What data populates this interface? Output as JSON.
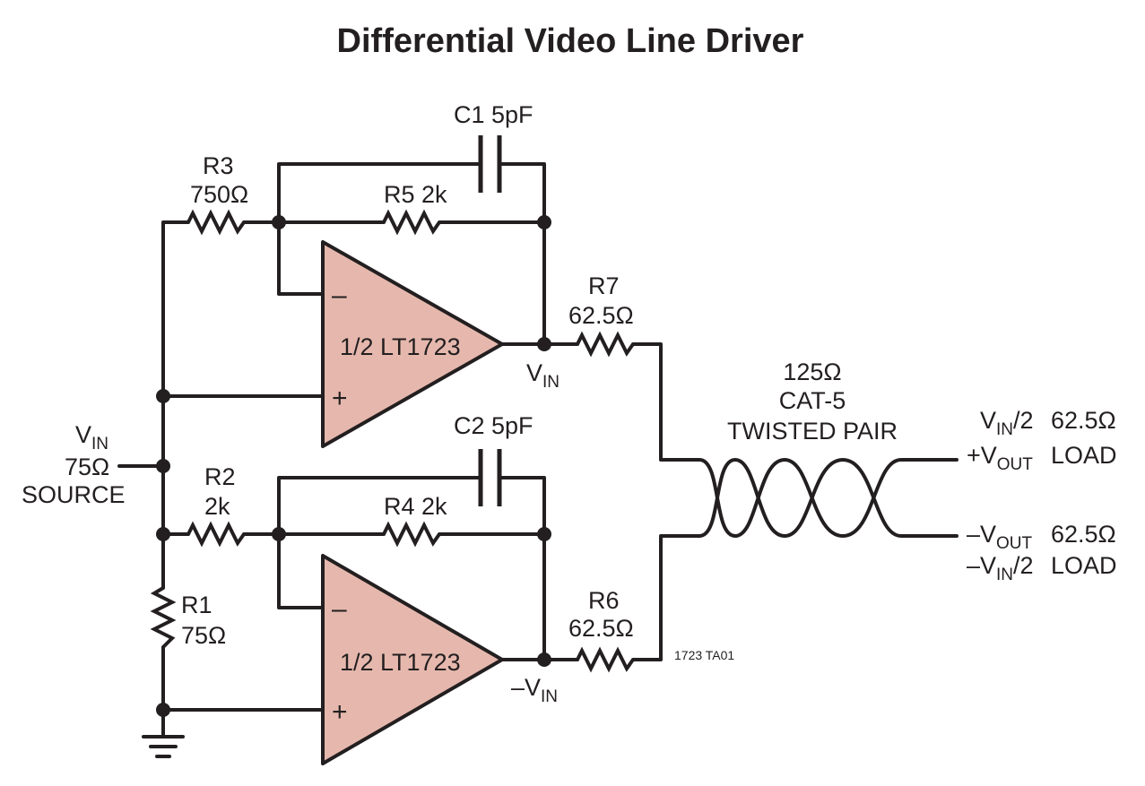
{
  "title": "Differential Video Line Driver",
  "source": {
    "v": "V",
    "v_sub": "IN",
    "impedance": "75Ω",
    "label": "SOURCE"
  },
  "components": {
    "c1": "C1 5pF",
    "c2": "C2 5pF",
    "r3_name": "R3",
    "r3_value": "750Ω",
    "r5": "R5 2k",
    "r2_name": "R2",
    "r2_value": "2k",
    "r4": "R4 2k",
    "r1_name": "R1",
    "r1_value": "75Ω",
    "r7_name": "R7",
    "r7_value": "62.5Ω",
    "r6_name": "R6",
    "r6_value": "62.5Ω"
  },
  "amplifiers": {
    "top": "1/2 LT1723",
    "bottom": "1/2 LT1723",
    "minus": "–",
    "plus": "+"
  },
  "nodes": {
    "top_out_v": "V",
    "top_out_sub": "IN",
    "bot_out_prefix": "–V",
    "bot_out_sub": "IN"
  },
  "cable": {
    "impedance": "125Ω",
    "type": "CAT-5",
    "desc": "TWISTED PAIR"
  },
  "outputs": {
    "top_half_v": "V",
    "top_half_sub": "IN",
    "top_half_suffix": "/2",
    "top_vout_prefix": "+V",
    "top_vout_sub": "OUT",
    "top_load_value": "62.5Ω",
    "top_load_label": "LOAD",
    "bot_vout_prefix": "–V",
    "bot_vout_sub": "OUT",
    "bot_half_prefix": "–V",
    "bot_half_sub": "IN",
    "bot_half_suffix": "/2",
    "bot_load_value": "62.5Ω",
    "bot_load_label": "LOAD"
  },
  "figure_code": "1723 TA01",
  "colors": {
    "amplifier_fill": "#e6b8ad",
    "ink": "#231f20"
  }
}
